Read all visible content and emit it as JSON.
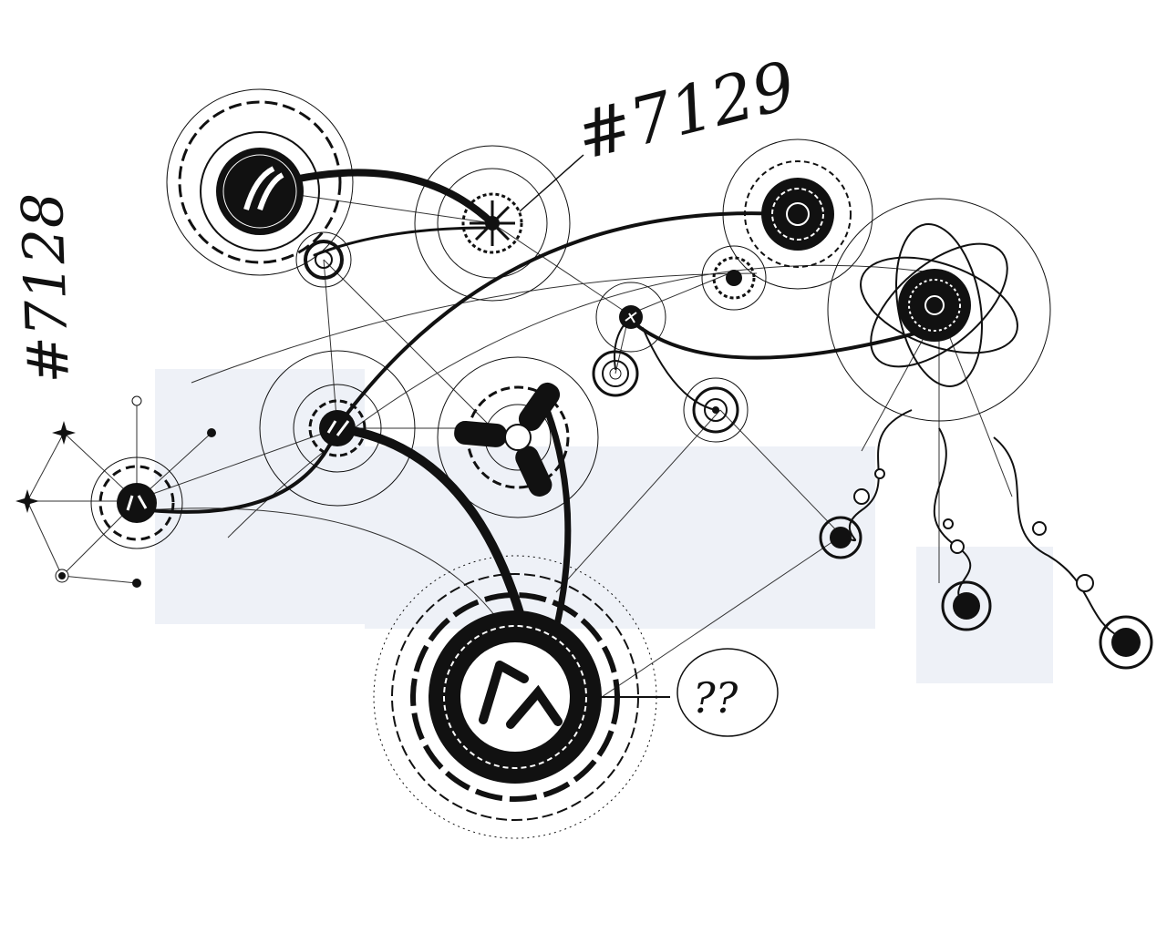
{
  "handwritten": {
    "label_left": "#7128",
    "label_top": "#7129",
    "label_bubble": "??"
  },
  "colors": {
    "ink": "#111111",
    "paper": "#ffffff",
    "panel_tint": "#eef1f7",
    "line": "#333333"
  },
  "nodes": [
    {
      "id": "node-upper-left-glyph",
      "icon": "crescent-glyph"
    },
    {
      "id": "node-small-upper-left",
      "icon": "ring"
    },
    {
      "id": "node-hub-center-top",
      "icon": "starburst"
    },
    {
      "id": "node-upper-right",
      "icon": "ornate-ring"
    },
    {
      "id": "node-small-right-starburst",
      "icon": "starburst"
    },
    {
      "id": "node-atom-right",
      "icon": "atom-orbit"
    },
    {
      "id": "node-small-glyph-middle",
      "icon": "glyph"
    },
    {
      "id": "node-small-ring-a",
      "icon": "ring"
    },
    {
      "id": "node-small-ring-b",
      "icon": "ring"
    },
    {
      "id": "node-center-glyph",
      "icon": "glyph"
    },
    {
      "id": "node-propeller",
      "icon": "propeller"
    },
    {
      "id": "node-left-glyph",
      "icon": "glyph"
    },
    {
      "id": "node-bottom-main",
      "icon": "large-glyph-seal"
    },
    {
      "id": "node-dangle-1",
      "icon": "ring"
    },
    {
      "id": "node-dangle-2",
      "icon": "ring"
    },
    {
      "id": "node-dangle-3",
      "icon": "ring"
    }
  ]
}
